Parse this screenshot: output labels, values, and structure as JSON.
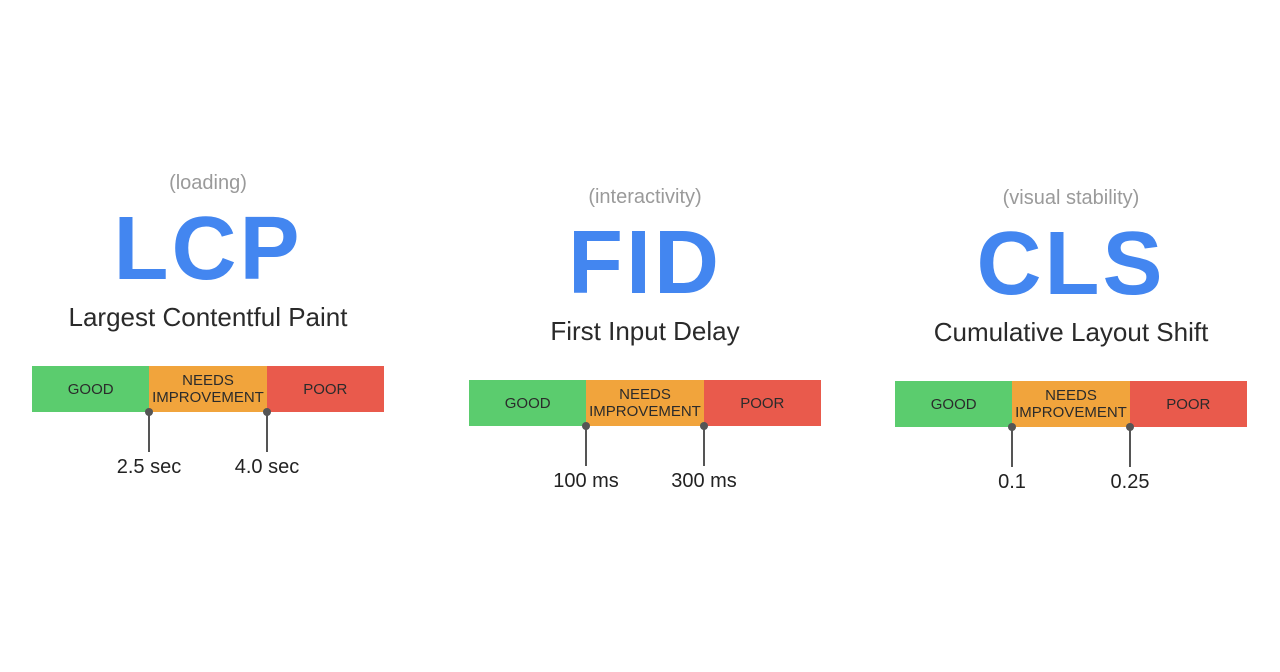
{
  "metrics": [
    {
      "subtitle": "(loading)",
      "abbr": "LCP",
      "name": "Largest Contentful Paint",
      "segments": {
        "good": "GOOD",
        "needs": "NEEDS IMPROVEMENT",
        "poor": "POOR"
      },
      "thresholds": [
        "2.5 sec",
        "4.0 sec"
      ]
    },
    {
      "subtitle": "(interactivity)",
      "abbr": "FID",
      "name": "First Input Delay",
      "segments": {
        "good": "GOOD",
        "needs": "NEEDS IMPROVEMENT",
        "poor": "POOR"
      },
      "thresholds": [
        "100 ms",
        "300 ms"
      ]
    },
    {
      "subtitle": "(visual stability)",
      "abbr": "CLS",
      "name": "Cumulative Layout Shift",
      "segments": {
        "good": "GOOD",
        "needs": "NEEDS IMPROVEMENT",
        "poor": "POOR"
      },
      "thresholds": [
        "0.1",
        "0.25"
      ]
    }
  ],
  "colors": {
    "accent": "#4386f0",
    "good": "#5bcc6e",
    "needs": "#f1a43c",
    "poor": "#e95a4c"
  }
}
